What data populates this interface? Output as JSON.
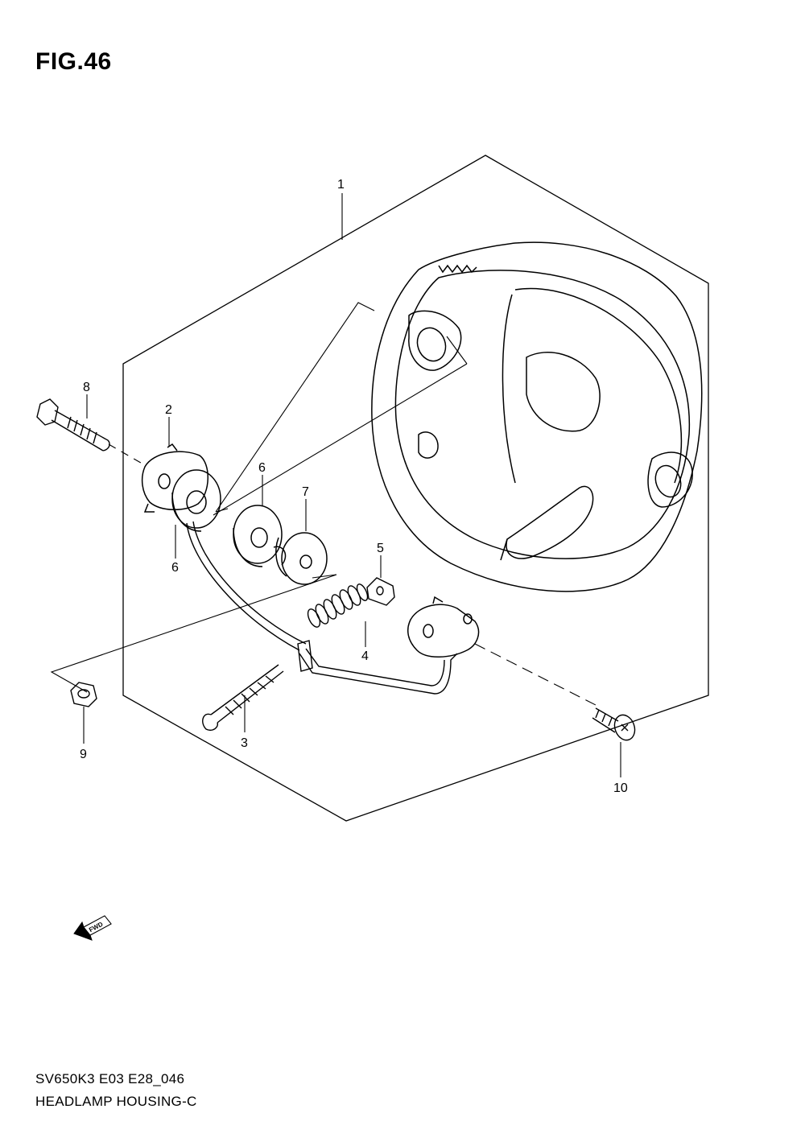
{
  "figure": {
    "title": "FIG.46"
  },
  "callouts": [
    "1",
    "2",
    "3",
    "4",
    "5",
    "6",
    "6",
    "7",
    "8",
    "9",
    "10"
  ],
  "fwd_label": "FWD",
  "footer": {
    "code": "SV650K3 E03 E28_046",
    "name": "HEADLAMP HOUSING-C"
  }
}
